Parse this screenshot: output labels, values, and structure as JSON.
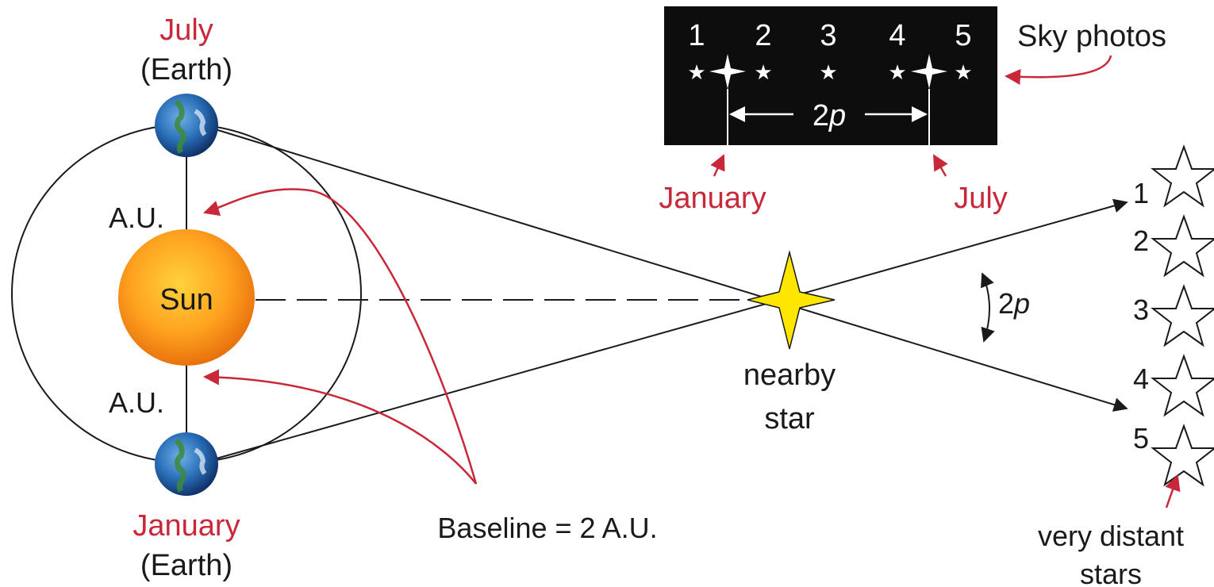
{
  "earth_july": {
    "month": "July",
    "body": "(Earth)"
  },
  "earth_january": {
    "month": "January",
    "body": "(Earth)"
  },
  "sun_label": "Sun",
  "au_upper": "A.U.",
  "au_lower": "A.U.",
  "baseline_label": "Baseline = 2 A.U.",
  "nearby_star": {
    "line1": "nearby",
    "line2": "star"
  },
  "angle_label": {
    "num": "2",
    "var": "p"
  },
  "sky_photo": {
    "title": "Sky photos",
    "star_numbers": [
      "1",
      "2",
      "3",
      "4",
      "5"
    ],
    "separation": {
      "num": "2",
      "var": "p"
    },
    "january_label": "January",
    "july_label": "July"
  },
  "distant_stars": {
    "numbers": [
      "1",
      "2",
      "3",
      "4",
      "5"
    ],
    "caption_line1": "very distant",
    "caption_line2": "stars"
  },
  "colors": {
    "accent_red": "#c8283a",
    "sun_core": "#ffd23a",
    "sun_edge": "#e8720e",
    "star_yellow": "#ffe600",
    "earth_blue": "#2a6fb8",
    "photo_bg": "#0d0d0d"
  }
}
